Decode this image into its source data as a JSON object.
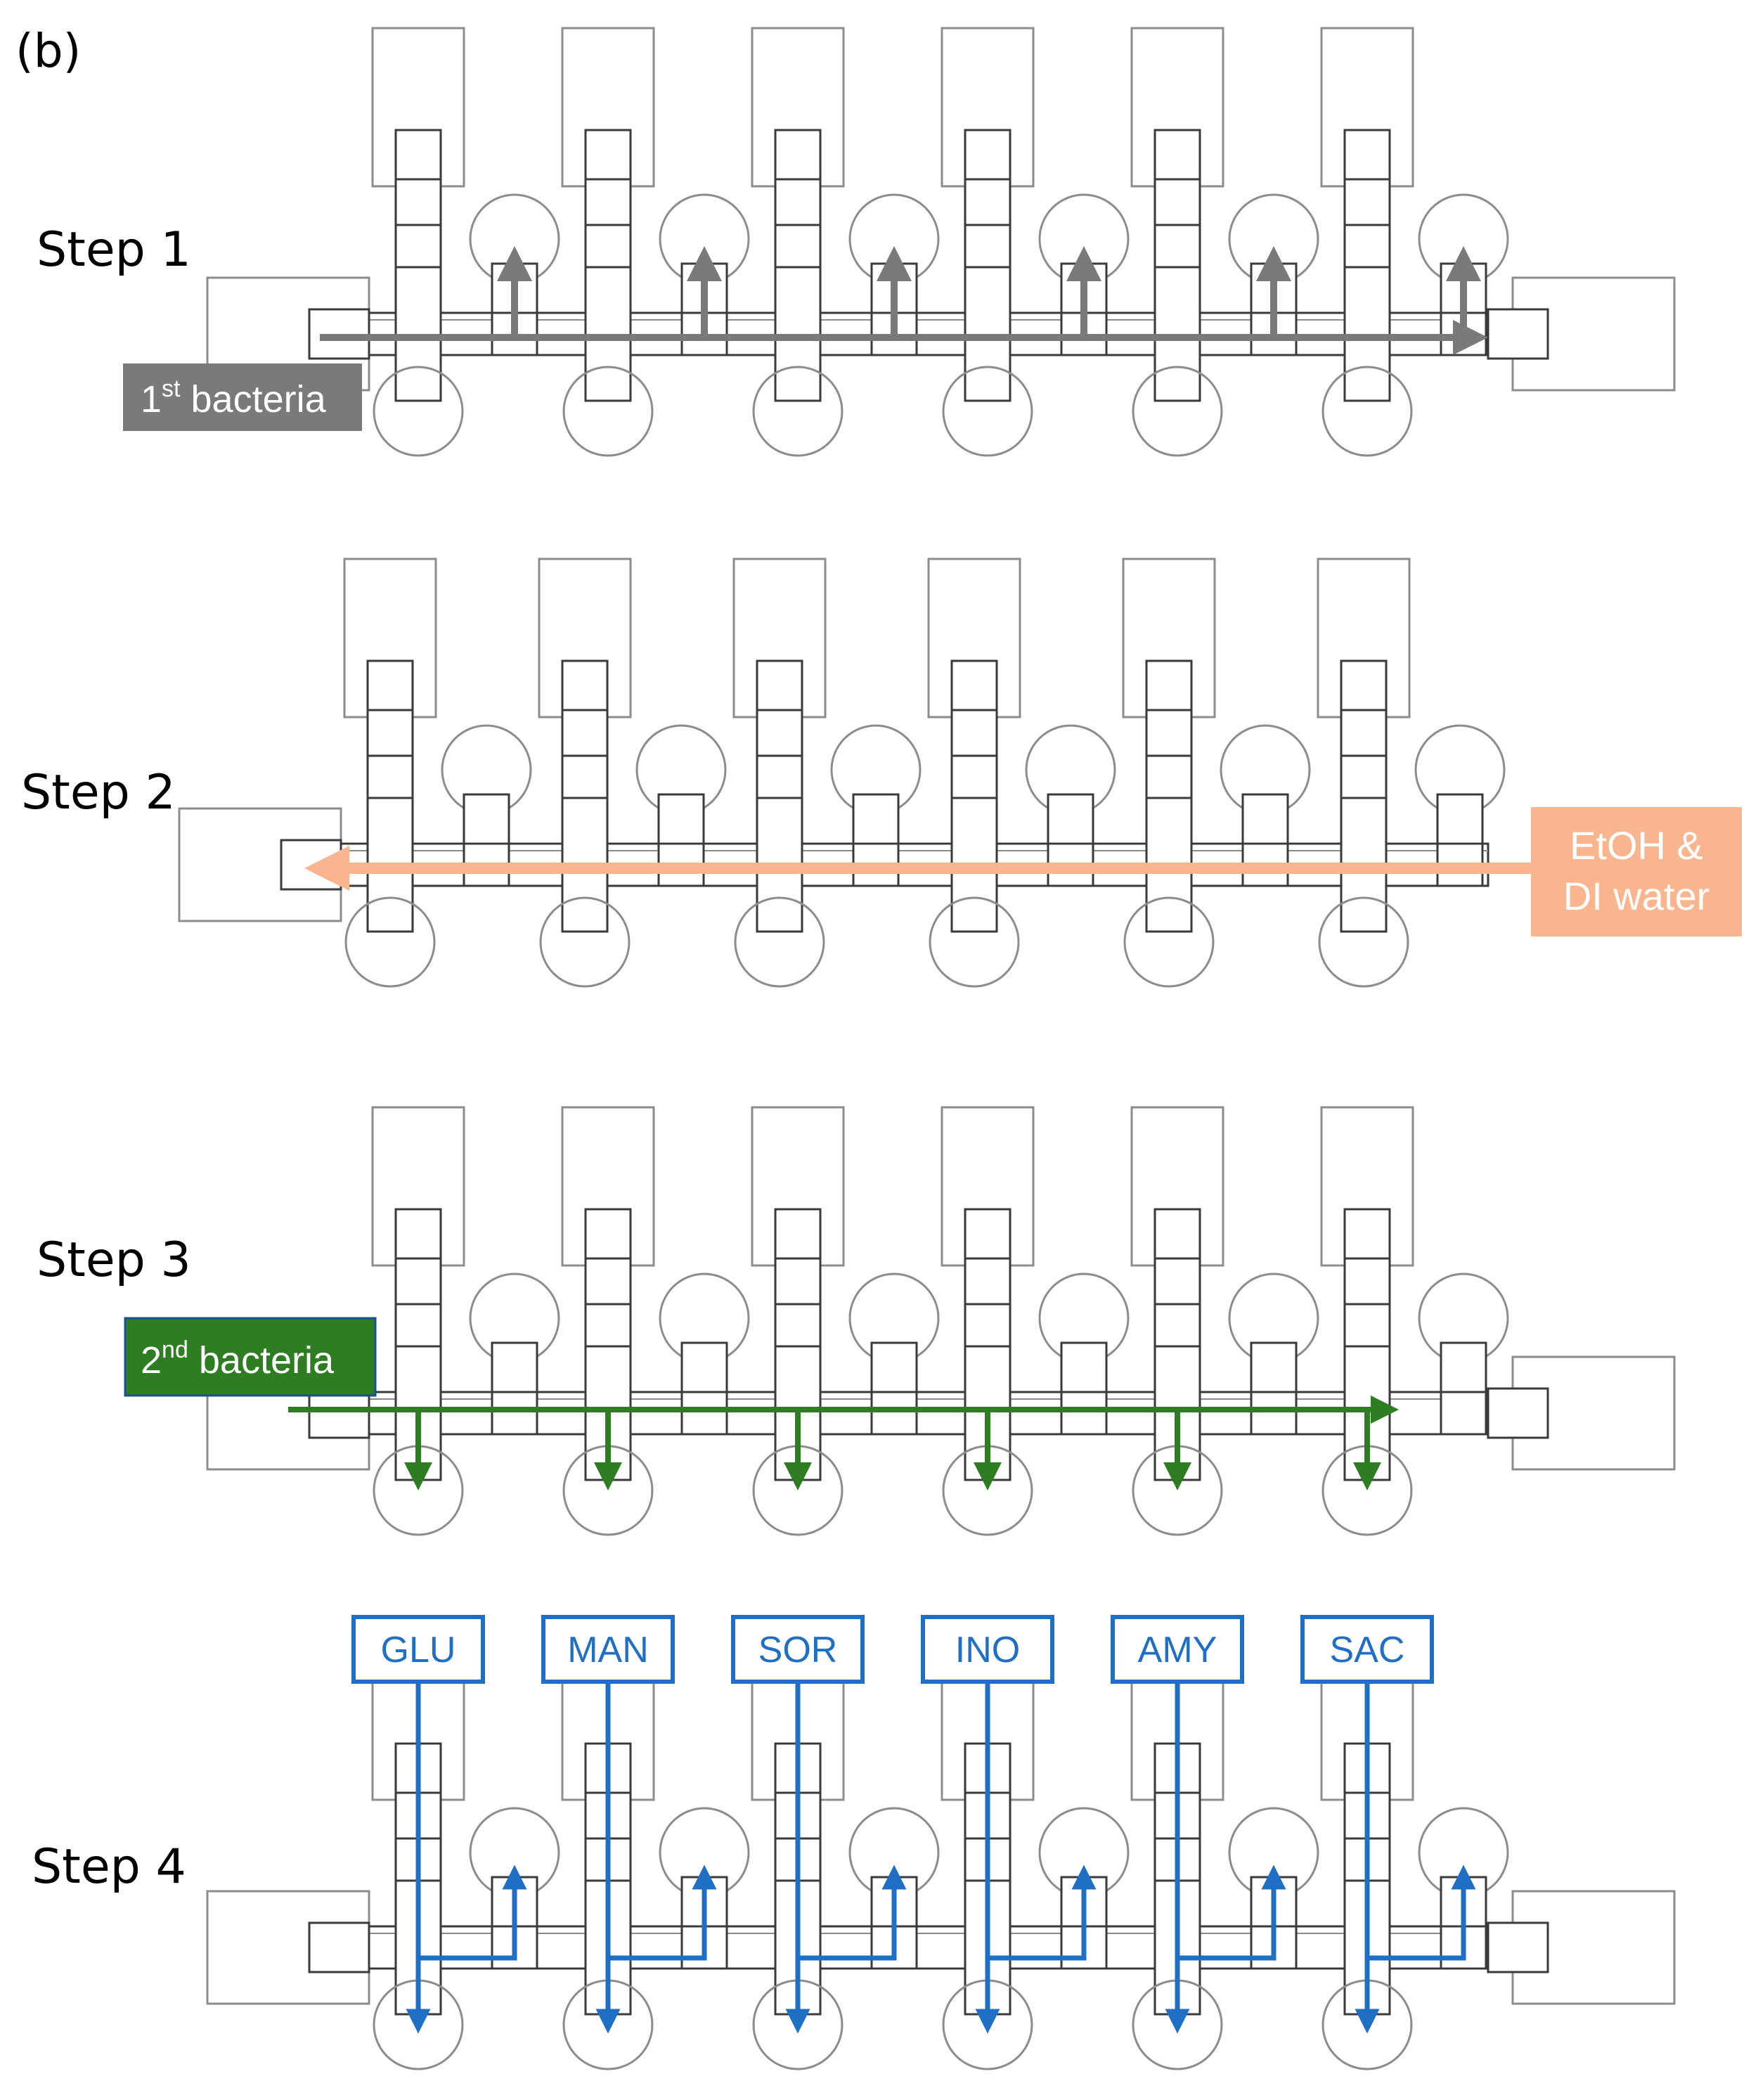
{
  "panel_label": "(b)",
  "colors": {
    "outline_light": "#8c8c8c",
    "outline_dark": "#3a3a3a",
    "step1_flow": "#7a7a7a",
    "step2_flow": "#f8b58e",
    "step3_flow": "#2e7d22",
    "step4_flow": "#1f6fc4"
  },
  "steps": [
    {
      "label": "Step 1",
      "tag_main": "1",
      "tag_sup": "st",
      "tag_rest": " bacteria"
    },
    {
      "label": "Step 2",
      "tag_line1": "EtOH &",
      "tag_line2": "DI water"
    },
    {
      "label": "Step 3",
      "tag_main": "2",
      "tag_sup": "nd",
      "tag_rest": " bacteria"
    },
    {
      "label": "Step 4",
      "sugars": [
        "GLU",
        "MAN",
        "SOR",
        "INO",
        "AMY",
        "SAC"
      ]
    }
  ]
}
